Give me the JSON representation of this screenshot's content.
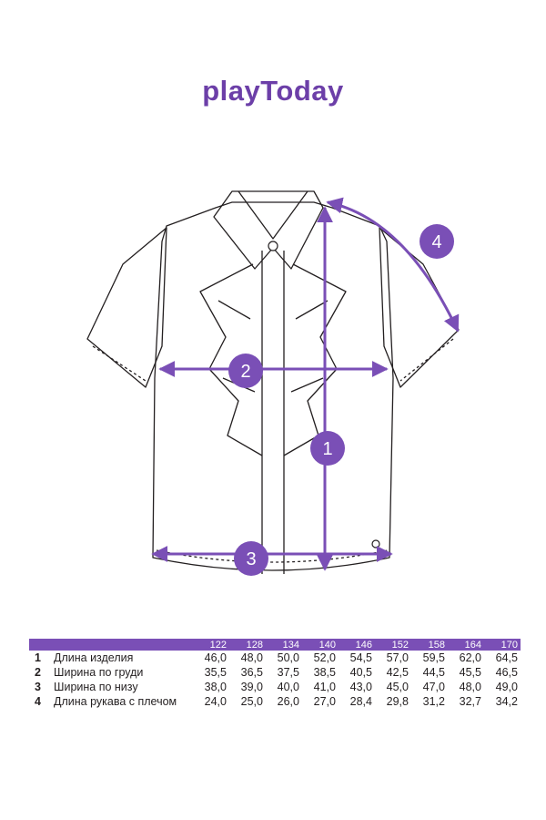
{
  "brand": {
    "logo_text": "playToday",
    "accent_color": "#7a4fb6"
  },
  "measurements_markers": [
    "1",
    "2",
    "3",
    "4"
  ],
  "table": {
    "sizes": [
      "122",
      "128",
      "134",
      "140",
      "146",
      "152",
      "158",
      "164",
      "170"
    ],
    "rows": [
      {
        "num": "1",
        "label": "Длина изделия",
        "values": [
          "46,0",
          "48,0",
          "50,0",
          "52,0",
          "54,5",
          "57,0",
          "59,5",
          "62,0",
          "64,5"
        ]
      },
      {
        "num": "2",
        "label": "Ширина по груди",
        "values": [
          "35,5",
          "36,5",
          "37,5",
          "38,5",
          "40,5",
          "42,5",
          "44,5",
          "45,5",
          "46,5"
        ]
      },
      {
        "num": "3",
        "label": "Ширина по низу",
        "values": [
          "38,0",
          "39,0",
          "40,0",
          "41,0",
          "43,0",
          "45,0",
          "47,0",
          "48,0",
          "49,0"
        ]
      },
      {
        "num": "4",
        "label": "Длина рукава с плечом",
        "values": [
          "24,0",
          "25,0",
          "26,0",
          "27,0",
          "28,4",
          "29,8",
          "31,2",
          "32,7",
          "34,2"
        ]
      }
    ]
  }
}
